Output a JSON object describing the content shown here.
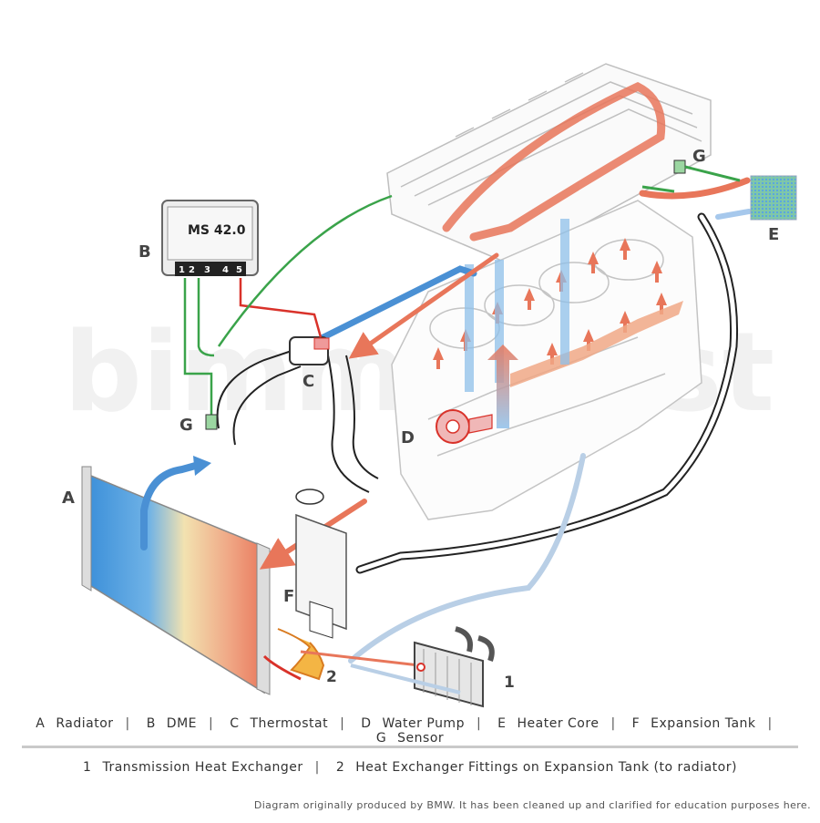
{
  "watermark": "bimmerfest",
  "dme_label": "MS 42.0",
  "dme_pins": [
    "1",
    "2",
    "3",
    "4",
    "5"
  ],
  "callouts": {
    "A": "A",
    "B": "B",
    "C": "C",
    "D": "D",
    "E": "E",
    "F": "F",
    "G_top": "G",
    "G_left": "G",
    "n1": "1",
    "n2": "2"
  },
  "legend_primary": [
    {
      "code": "A",
      "name": "Radiator"
    },
    {
      "code": "B",
      "name": "DME"
    },
    {
      "code": "C",
      "name": "Thermostat"
    },
    {
      "code": "D",
      "name": "Water Pump"
    },
    {
      "code": "E",
      "name": "Heater Core"
    },
    {
      "code": "F",
      "name": "Expansion Tank"
    },
    {
      "code": "G",
      "name": "Sensor"
    }
  ],
  "legend_secondary": [
    {
      "code": "1",
      "name": "Transmission Heat Exchanger"
    },
    {
      "code": "2",
      "name": "Heat Exchanger Fittings on Expansion Tank (to radiator)"
    }
  ],
  "credit": "Diagram originally produced by BMW. It has been cleaned up and clarified for education purposes here.",
  "colors": {
    "hot": "#e8765a",
    "cold": "#4a90d4",
    "signal_red": "#d9322a",
    "signal_green": "#3aa34a",
    "hose": "#222222"
  }
}
